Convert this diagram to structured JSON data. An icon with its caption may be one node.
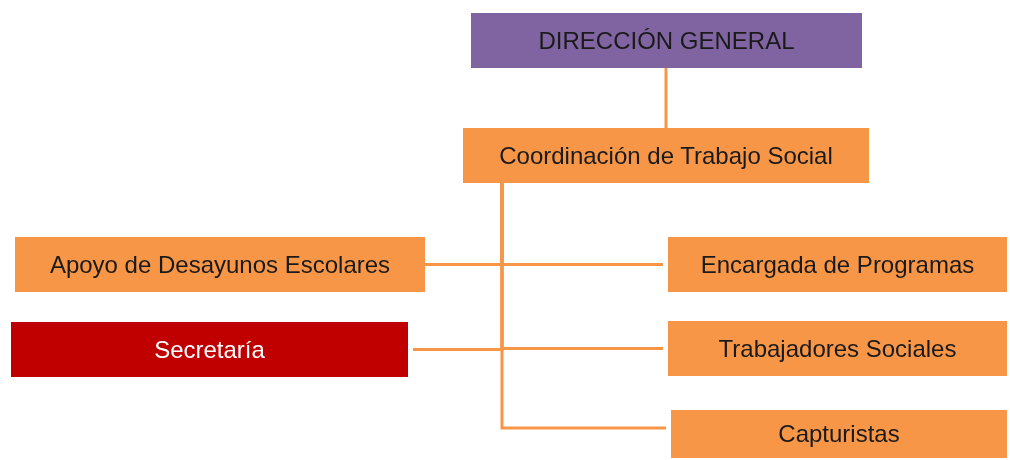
{
  "diagram": {
    "nodes": [
      {
        "text": [
          "DIRECCIÓN GENERAL"
        ]
      },
      {
        "text": [
          "Coordinación de Trabajo Social"
        ]
      },
      {
        "text": [
          "Apoyo de Desayunos Escolares"
        ]
      },
      {
        "text": [
          "Encargada de Programas"
        ]
      },
      {
        "text": [
          "Secretaría"
        ]
      },
      {
        "text": [
          "Trabajadores Sociales"
        ]
      },
      {
        "text": [
          "Capturistas"
        ]
      }
    ],
    "edges": [
      {
        "from": 0,
        "to": 1,
        "arrow": "none"
      },
      {
        "from": 1,
        "to": 2,
        "arrow": "none"
      },
      {
        "from": 1,
        "to": 3,
        "arrow": "none"
      },
      {
        "from": 1,
        "to": 4,
        "arrow": "none"
      },
      {
        "from": 1,
        "to": 5,
        "arrow": "none"
      },
      {
        "from": 1,
        "to": 6,
        "arrow": "none"
      }
    ]
  }
}
